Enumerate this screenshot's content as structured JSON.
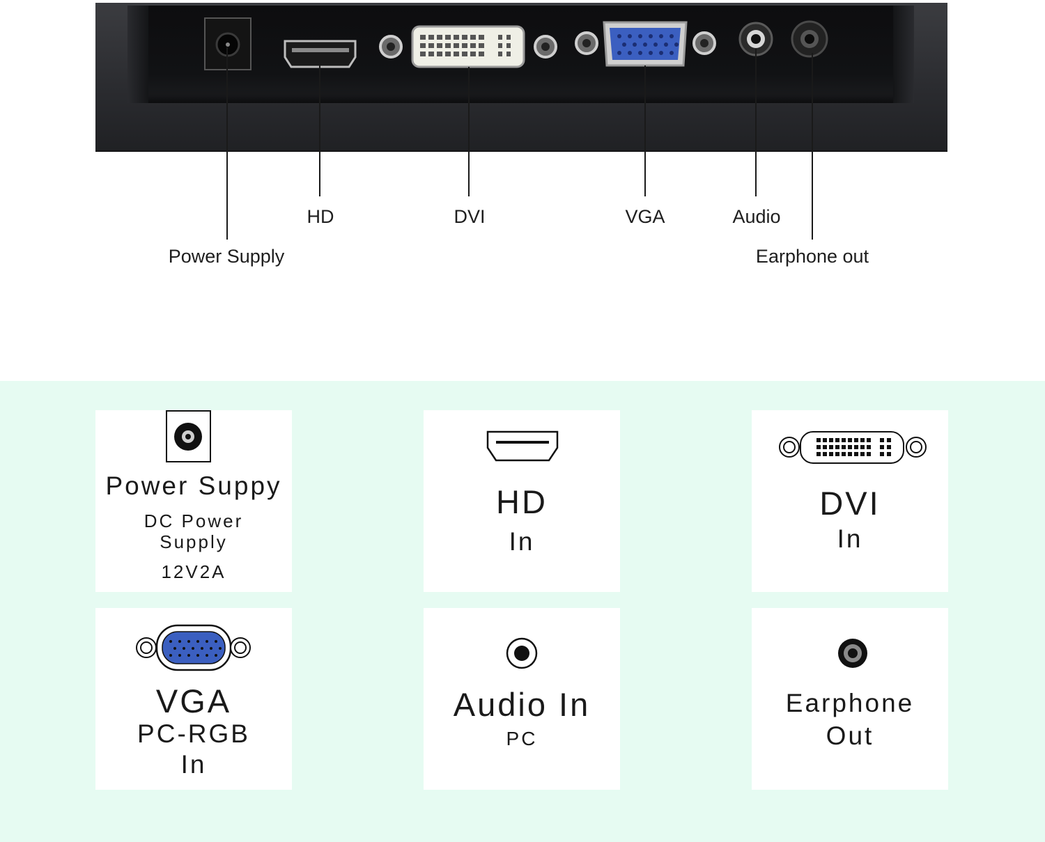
{
  "callouts": [
    {
      "id": "power",
      "label": "Power Supply"
    },
    {
      "id": "hd",
      "label": "HD"
    },
    {
      "id": "dvi",
      "label": "DVI"
    },
    {
      "id": "vga",
      "label": "VGA"
    },
    {
      "id": "audio",
      "label": "Audio"
    },
    {
      "id": "earphone",
      "label": "Earphone out"
    }
  ],
  "cards": {
    "power": {
      "title": "Power Suppy",
      "line1": "DC Power",
      "line2": "Supply",
      "line3": "12V2A",
      "icon": "dc-jack-icon"
    },
    "hd": {
      "title": "HD",
      "line1": "In",
      "icon": "hdmi-port-icon"
    },
    "dvi": {
      "title": "DVI",
      "line1": "In",
      "icon": "dvi-port-icon"
    },
    "vga": {
      "title": "VGA",
      "line1": "PC-RGB",
      "line2": "In",
      "icon": "vga-port-icon",
      "accent": "#3b5fc0"
    },
    "audio": {
      "title": "Audio In",
      "line1": "PC",
      "icon": "audio-jack-icon"
    },
    "earphone": {
      "title": "Earphone",
      "line1": "Out",
      "icon": "earphone-jack-icon"
    }
  },
  "colors": {
    "band": "#e6fbf2",
    "vga_blue": "#3b5fc0",
    "panel": "#2a2b2f"
  }
}
